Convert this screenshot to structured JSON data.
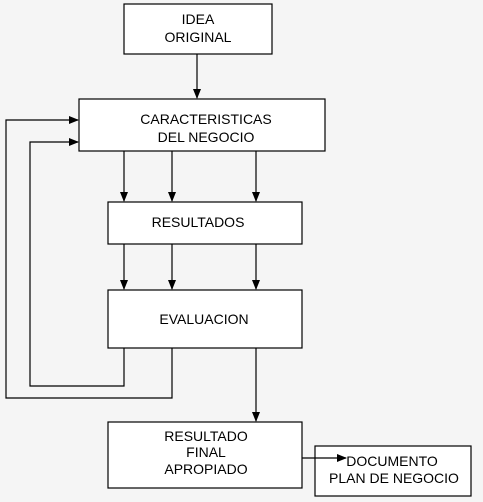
{
  "diagram": {
    "nodes": {
      "idea": {
        "line1": "IDEA",
        "line2": "ORIGINAL"
      },
      "caracteristicas": {
        "line1": "CARACTERISTICAS",
        "line2": "DEL NEGOCIO"
      },
      "resultados": {
        "line1": "RESULTADOS"
      },
      "evaluacion": {
        "line1": "EVALUACION"
      },
      "resultado_final": {
        "line1": "RESULTADO",
        "line2": "FINAL",
        "line3": "APROPIADO"
      },
      "documento": {
        "line1": "DOCUMENTO",
        "line2": "PLAN DE NEGOCIO"
      }
    },
    "edges": [
      {
        "from": "IDEA ORIGINAL",
        "to": "CARACTERISTICAS DEL NEGOCIO"
      },
      {
        "from": "CARACTERISTICAS DEL NEGOCIO",
        "to": "RESULTADOS",
        "count": 3
      },
      {
        "from": "RESULTADOS",
        "to": "EVALUACION",
        "count": 3
      },
      {
        "from": "EVALUACION",
        "to": "CARACTERISTICAS DEL NEGOCIO",
        "count": 2
      },
      {
        "from": "EVALUACION",
        "to": "RESULTADO FINAL APROPIADO"
      },
      {
        "from": "RESULTADO FINAL APROPIADO",
        "to": "DOCUMENTO PLAN DE NEGOCIO"
      }
    ]
  },
  "colors": {
    "background": "#f5f5f5",
    "box_fill": "#ffffff",
    "stroke": "#000000"
  }
}
